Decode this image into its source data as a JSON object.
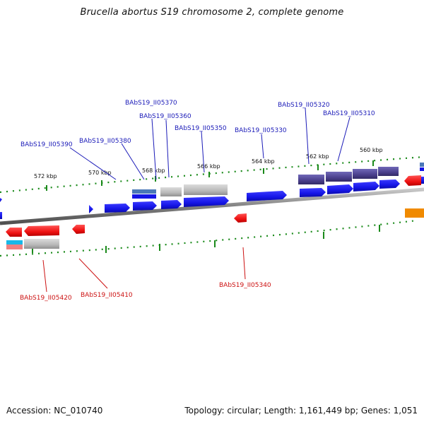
{
  "title": "Brucella abortus S19 chromosome 2, complete genome",
  "footer": {
    "accession": "Accession: NC_010740",
    "summary": "Topology: circular; Length: 1,161,449 bp; Genes: 1,051"
  },
  "scale_ticks": [
    "572 kbp",
    "570 kbp",
    "568 kbp",
    "566 kbp",
    "564 kbp",
    "562 kbp",
    "560 kbp"
  ],
  "gene_labels_top": [
    "BAbS19_II05390",
    "BAbS19_II05380",
    "BAbS19_II05370",
    "BAbS19_II05360",
    "BAbS19_II05350",
    "BAbS19_II05330",
    "BAbS19_II05320",
    "BAbS19_II05310"
  ],
  "gene_labels_bottom": [
    "BAbS19_II05420",
    "BAbS19_II05410",
    "BAbS19_II05340"
  ],
  "colors": {
    "forward_cds": "#1515e6",
    "reverse_cds": "#ee1111",
    "purple_cds": "#4a3f8c",
    "grey_feature": "#b8b8b8",
    "tick_green": "#1a8a1a",
    "backbone": "#808080",
    "orange_feature": "#f08a00",
    "cyan_feature": "#18b8e8"
  }
}
